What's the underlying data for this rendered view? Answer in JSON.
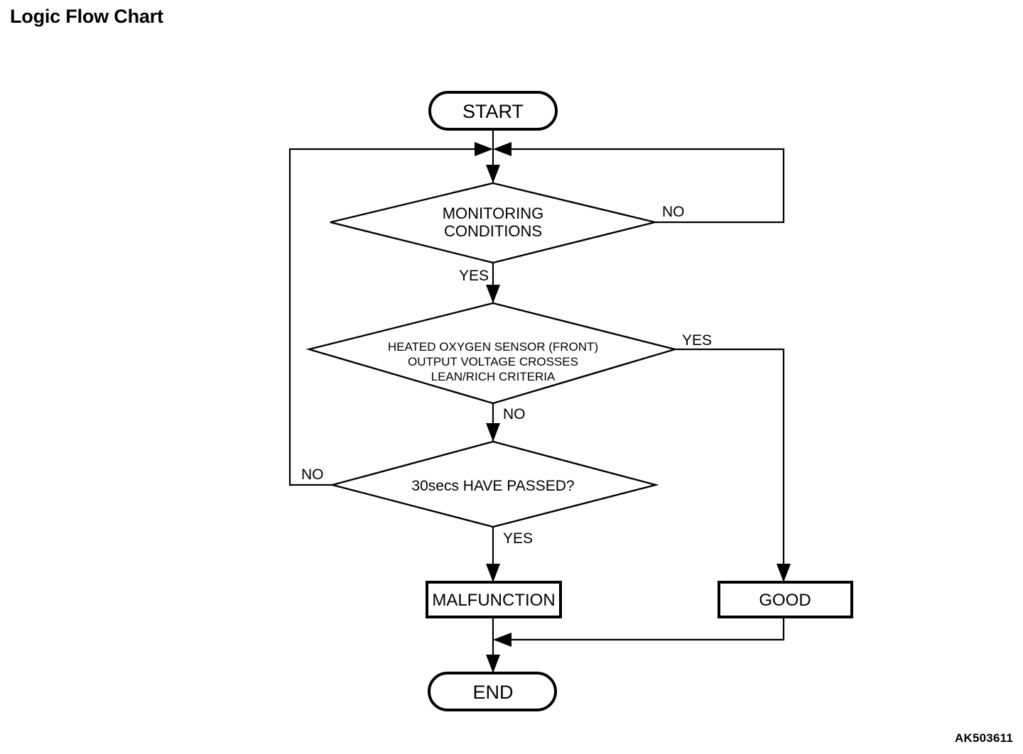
{
  "page": {
    "title": "Logic Flow Chart",
    "figure_code": "AK503611",
    "background_color": "#ffffff",
    "line_color": "#000000"
  },
  "chart_data": {
    "type": "diagram",
    "diagram_kind": "flowchart",
    "title": "Logic Flow Chart",
    "nodes": [
      {
        "id": "start",
        "shape": "terminal",
        "lines": [
          "START"
        ]
      },
      {
        "id": "monitoring",
        "shape": "decision",
        "lines": [
          "MONITORING",
          "CONDITIONS"
        ]
      },
      {
        "id": "o2sensor",
        "shape": "decision",
        "lines": [
          "HEATED OXYGEN SENSOR (FRONT)",
          "OUTPUT VOLTAGE CROSSES",
          "LEAN/RICH CRITERIA"
        ]
      },
      {
        "id": "timer",
        "shape": "decision",
        "lines": [
          "30secs HAVE PASSED?"
        ]
      },
      {
        "id": "malfunction",
        "shape": "process",
        "lines": [
          "MALFUNCTION"
        ]
      },
      {
        "id": "good",
        "shape": "process",
        "lines": [
          "GOOD"
        ]
      },
      {
        "id": "end",
        "shape": "terminal",
        "lines": [
          "END"
        ]
      }
    ],
    "edges": [
      {
        "from": "start",
        "to": "monitoring",
        "label": ""
      },
      {
        "from": "monitoring",
        "to": "monitoring",
        "label": "NO"
      },
      {
        "from": "monitoring",
        "to": "o2sensor",
        "label": "YES"
      },
      {
        "from": "o2sensor",
        "to": "good",
        "label": "YES"
      },
      {
        "from": "o2sensor",
        "to": "timer",
        "label": "NO"
      },
      {
        "from": "timer",
        "to": "monitoring",
        "label": "NO"
      },
      {
        "from": "timer",
        "to": "malfunction",
        "label": "YES"
      },
      {
        "from": "malfunction",
        "to": "end",
        "label": ""
      },
      {
        "from": "good",
        "to": "end",
        "label": ""
      }
    ]
  },
  "nodes": {
    "start": {
      "label": "START"
    },
    "monitoring": {
      "line1": "MONITORING",
      "line2": "CONDITIONS"
    },
    "o2sensor": {
      "line1": "HEATED OXYGEN SENSOR (FRONT)",
      "line2": "OUTPUT VOLTAGE CROSSES",
      "line3": "LEAN/RICH CRITERIA"
    },
    "timer": {
      "label": "30secs HAVE PASSED?"
    },
    "malfunction": {
      "label": "MALFUNCTION"
    },
    "good": {
      "label": "GOOD"
    },
    "end": {
      "label": "END"
    }
  },
  "edge_labels": {
    "monitoring_no": "NO",
    "monitoring_yes": "YES",
    "o2sensor_yes": "YES",
    "o2sensor_no": "NO",
    "timer_no": "NO",
    "timer_yes": "YES"
  }
}
